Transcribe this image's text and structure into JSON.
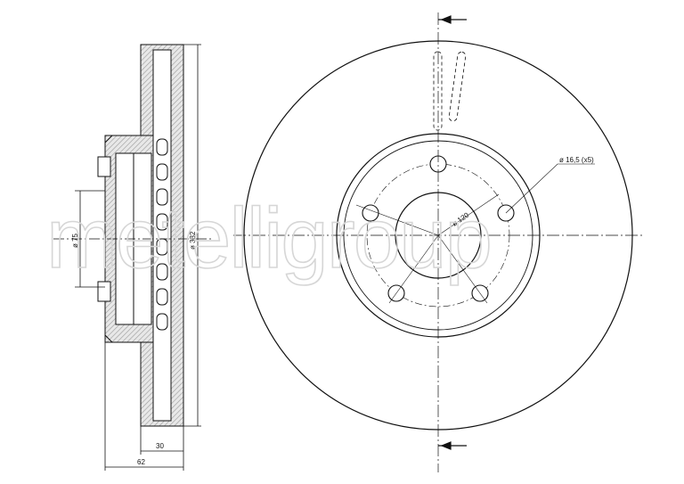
{
  "drawing": {
    "watermark": "metelligroup",
    "dimensions": {
      "disc_diameter": "ø 332",
      "hub_diameter": "ø 75",
      "pcd": "ø 120",
      "holes": "ø 16,5 (x5)",
      "thickness": "30",
      "overall_height": "62"
    },
    "colors": {
      "line": "#111111",
      "hatch": "#9a9a9a",
      "watermark": "#d6d6d6"
    }
  }
}
